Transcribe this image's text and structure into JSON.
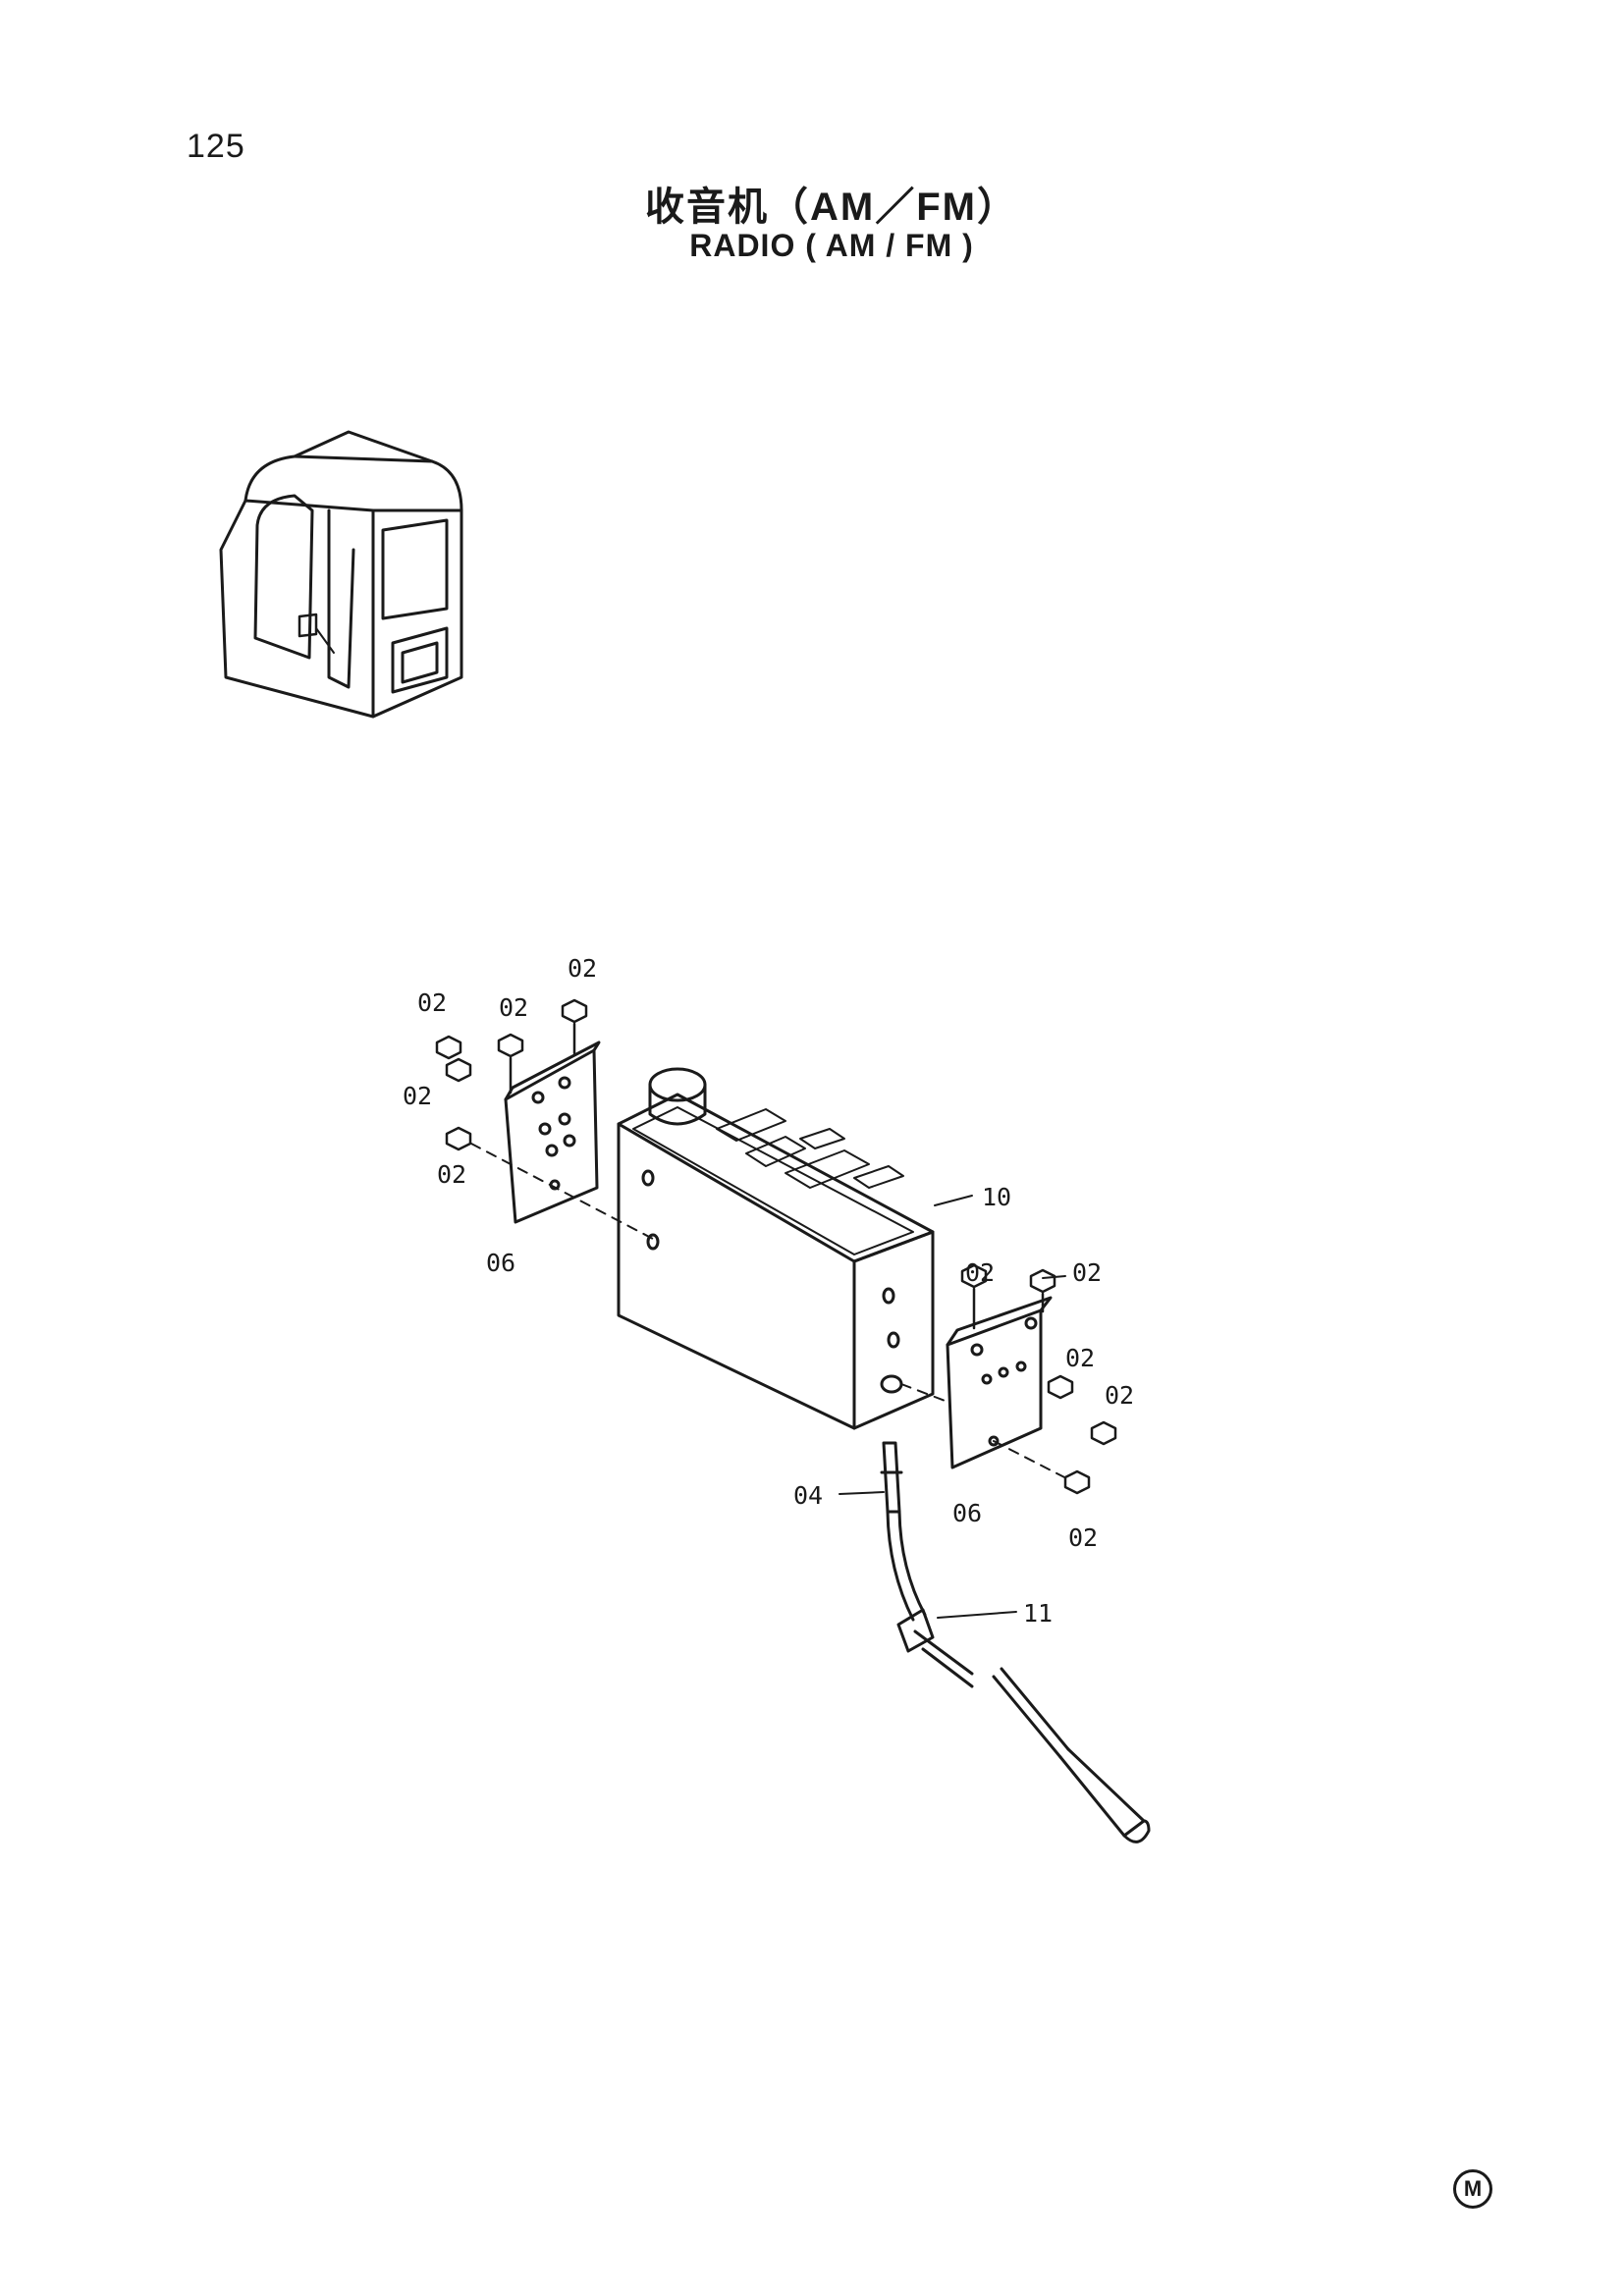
{
  "page": {
    "number": "125",
    "title_zh": "收音机（AM／FM）",
    "title_en": "RADIO ( AM / FM )"
  },
  "callouts": {
    "c02a": "02",
    "c02b": "02",
    "c02c": "02",
    "c02d": "02",
    "c02e": "02",
    "c06a": "06",
    "c10": "10",
    "c02f": "02",
    "c02g": "02",
    "c02h": "02",
    "c02i": "02",
    "c02j": "02",
    "c06b": "06",
    "c04": "04",
    "c11": "11"
  },
  "footer": {
    "mark": "M"
  },
  "colors": {
    "ink": "#1a1a1a",
    "paper": "#ffffff"
  }
}
